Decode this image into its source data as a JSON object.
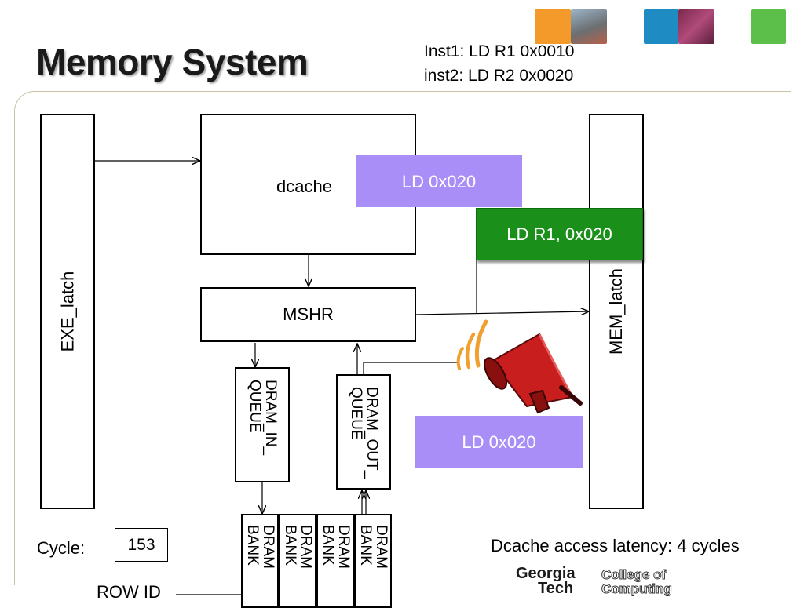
{
  "slide": {
    "title": "Memory System",
    "instructions": [
      "Inst1: LD R1 0x0010",
      "inst2: LD R2 0x0020"
    ]
  },
  "diagram": {
    "exe_latch": "EXE_latch",
    "mem_latch": "MEM_latch",
    "dcache": "dcache",
    "mshr": "MSHR",
    "dram_in_queue": "DRAM_IN_QUEUE",
    "dram_out_queue": "DRAM_OUT_QUEUE",
    "dram_banks": [
      "DRAM BANK",
      "DRAM BANK",
      "DRAM BANK",
      "DRAM BANK"
    ],
    "purple_label_top": "LD 0x020",
    "green_label": "LD R1, 0x020",
    "purple_label_bottom": "LD 0x020"
  },
  "cycle": {
    "label": "Cycle:",
    "value": "153"
  },
  "latency_text": "Dcache access latency: 4 cycles",
  "row_id_label": "ROW ID",
  "logo": {
    "line1": "Georgia",
    "line2": "Tech",
    "line3": "College of",
    "line4": "Computing"
  },
  "colors": {
    "purple": "#a98ef7",
    "green": "#1a8f1a",
    "megaphone": "#c81e1e",
    "logo_orange": "#f39a2a",
    "logo_blue": "#1e8bc3",
    "logo_green": "#5cbf4a"
  }
}
